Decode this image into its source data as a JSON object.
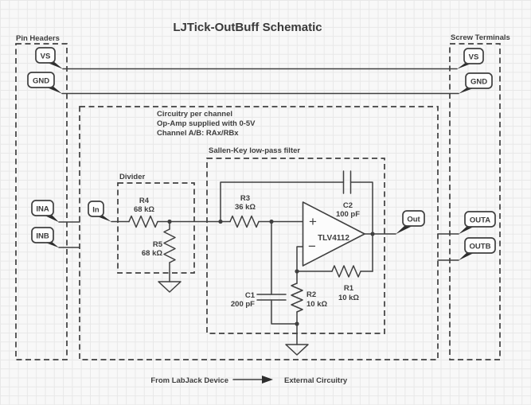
{
  "title": "LJTick-OutBuff Schematic",
  "boxes": {
    "pin_headers": {
      "label": "Pin Headers"
    },
    "screw_terminals": {
      "label": "Screw Terminals"
    },
    "circuitry": {
      "note_line1": "Circuitry per channel",
      "note_line2": "Op-Amp supplied with 0-5V",
      "note_line3": "Channel A/B: RAx/RBx"
    },
    "divider": {
      "label": "Divider"
    },
    "sallen_key": {
      "label": "Sallen-Key low-pass filter"
    }
  },
  "terminals": {
    "pin_vs": "VS",
    "pin_gnd": "GND",
    "pin_ina": "INA",
    "pin_inb": "INB",
    "screw_vs": "VS",
    "screw_gnd": "GND",
    "screw_outa": "OUTA",
    "screw_outb": "OUTB"
  },
  "nets": {
    "in": "In",
    "out": "Out"
  },
  "components": {
    "r1": {
      "ref": "R1",
      "value": "10 kΩ"
    },
    "r2": {
      "ref": "R2",
      "value": "10 kΩ"
    },
    "r3": {
      "ref": "R3",
      "value": "36 kΩ"
    },
    "r4": {
      "ref": "R4",
      "value": "68 kΩ"
    },
    "r5": {
      "ref": "R5",
      "value": "68 kΩ"
    },
    "c1": {
      "ref": "C1",
      "value": "200 pF"
    },
    "c2": {
      "ref": "C2",
      "value": "100 pF"
    },
    "opamp": {
      "part": "TLV4112",
      "plus": "+",
      "minus": "−"
    }
  },
  "legend": {
    "from": "From LabJack Device",
    "to": "External Circuitry"
  },
  "colors": {
    "wire": "#3f3f3f",
    "text": "#3a3a3a",
    "background": "#f8f8f8",
    "grid": "#e8e8e8",
    "callout_fill": "#fdfdfd",
    "tail": "#2d2d2d"
  }
}
